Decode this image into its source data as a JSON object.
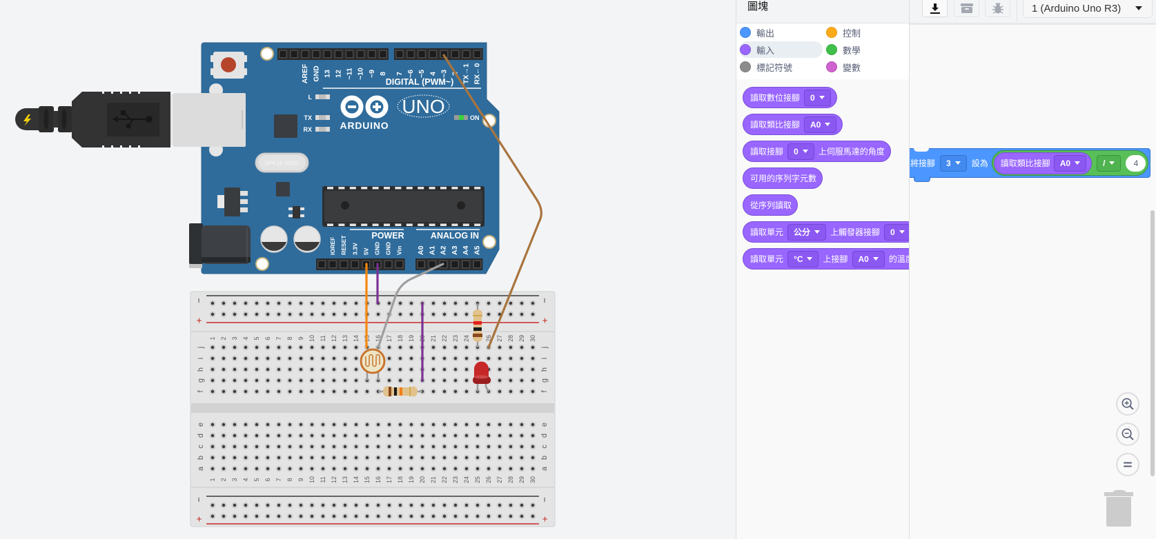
{
  "circuit": {
    "board": {
      "digital_labels": [
        "AREF",
        "GND",
        "13",
        "12",
        "~11",
        "~10",
        "~9",
        "8",
        "7",
        "~6",
        "~5",
        "4",
        "~3",
        "2",
        "TX→1",
        "RX←0"
      ],
      "digital_title": "DIGITAL (PWM~)",
      "power_title": "POWER",
      "power_labels": [
        "IOREF",
        "RESET",
        "3.3V",
        "5V",
        "GND",
        "GND",
        "Vin"
      ],
      "analog_title": "ANALOG IN",
      "analog_labels": [
        "A0",
        "A1",
        "A2",
        "A3",
        "A4",
        "A5"
      ],
      "brand": "ARDUINO",
      "model": "UNO",
      "led_l": "L",
      "led_tx": "TX",
      "led_rx": "RX",
      "led_on": "ON",
      "crystal_marking": "SPK16.000G",
      "color": "#2f6c9c"
    },
    "breadboard": {
      "columns": [
        "1",
        "2",
        "3",
        "4",
        "5",
        "6",
        "7",
        "8",
        "9",
        "10",
        "11",
        "12",
        "13",
        "14",
        "15",
        "16",
        "17",
        "18",
        "19",
        "20",
        "21",
        "22",
        "23",
        "24",
        "25",
        "26",
        "27",
        "28",
        "29",
        "30"
      ],
      "rows_top": [
        "j",
        "i",
        "h",
        "g",
        "f"
      ],
      "rows_bottom": [
        "e",
        "d",
        "c",
        "b",
        "a"
      ],
      "rail_negative": "−",
      "rail_positive": "+"
    },
    "wire_colors": {
      "orange": "#f7880f",
      "purple": "#7b3294",
      "gray": "#9e9e9e",
      "brown": "#a8743e"
    },
    "usb_icon": "lightning-icon"
  },
  "panel": {
    "title": "圖塊",
    "categories": [
      {
        "label": "輸出",
        "color": "#4c97ff"
      },
      {
        "label": "輸入",
        "color": "#9966ff",
        "selected": true
      },
      {
        "label": "標記符號",
        "color": "#8c8c8c"
      },
      {
        "label": "控制",
        "color": "#ffab19"
      },
      {
        "label": "數學",
        "color": "#40bf4a"
      },
      {
        "label": "變數",
        "color": "#cf63cf"
      }
    ],
    "palette": [
      {
        "parts": [
          {
            "type": "text",
            "value": "讀取數位接腳"
          },
          {
            "type": "dropdown",
            "value": "0"
          }
        ]
      },
      {
        "parts": [
          {
            "type": "text",
            "value": "讀取類比接腳"
          },
          {
            "type": "dropdown",
            "value": "A0"
          }
        ]
      },
      {
        "parts": [
          {
            "type": "text",
            "value": "讀取接腳"
          },
          {
            "type": "dropdown",
            "value": "0"
          },
          {
            "type": "text",
            "value": "上伺服馬達的角度"
          }
        ]
      },
      {
        "parts": [
          {
            "type": "text",
            "value": "可用的序列字元數"
          }
        ]
      },
      {
        "parts": [
          {
            "type": "text",
            "value": "從序列讀取"
          }
        ]
      },
      {
        "parts": [
          {
            "type": "text",
            "value": "讀取單元"
          },
          {
            "type": "dropdown",
            "value": "公分"
          },
          {
            "type": "text",
            "value": "上觸發器接腳"
          },
          {
            "type": "dropdown",
            "value": "0"
          }
        ]
      },
      {
        "parts": [
          {
            "type": "text",
            "value": "讀取單元"
          },
          {
            "type": "dropdown",
            "value": "°C"
          },
          {
            "type": "text",
            "value": "上接腳"
          },
          {
            "type": "dropdown",
            "value": "A0"
          },
          {
            "type": "text",
            "value": "的溫度"
          }
        ]
      }
    ],
    "toolbar": {
      "buttons": [
        {
          "icon": "download-icon"
        },
        {
          "icon": "archive-icon"
        },
        {
          "icon": "bug-icon"
        }
      ],
      "board_select": "1 (Arduino Uno R3)"
    },
    "workspace": {
      "block": {
        "prefix": "將接腳",
        "pin": "3",
        "set_label": "設為",
        "reporter": {
          "label": "讀取類比接腳",
          "pin": "A0"
        },
        "operator": "/",
        "operand": "4"
      },
      "block_colors": {
        "output": "#4c97ff",
        "input": "#9966ff",
        "math": "#59c059"
      }
    },
    "zoom_controls": [
      {
        "icon": "zoom-in-icon"
      },
      {
        "icon": "zoom-out-icon"
      },
      {
        "icon": "zoom-reset-icon"
      }
    ],
    "trash": {
      "icon": "trash-icon"
    }
  }
}
